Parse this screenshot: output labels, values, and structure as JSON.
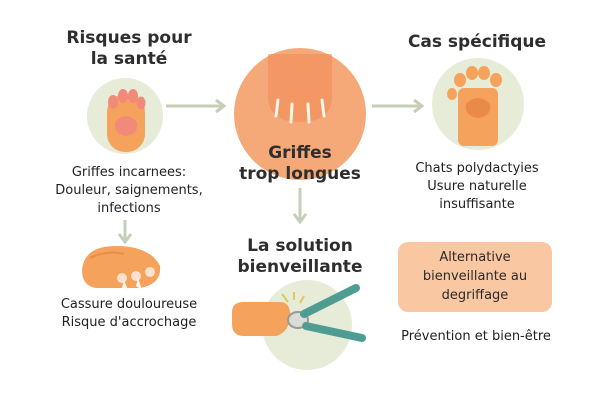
{
  "nodes": {
    "health_risks": {
      "title_line1": "Risques pour",
      "title_line2": "la santé",
      "ingrown_line1": "Griffes incarnees:",
      "ingrown_line2": "Douleur, saignements,",
      "ingrown_line3": "infections",
      "break_line1": "Cassure douloureuse",
      "break_line2": "Risque d'accrochage"
    },
    "center": {
      "title_line1": "Griffes",
      "title_line2": "trop longues"
    },
    "specific": {
      "title": "Cas spécifique",
      "line1": "Chats polydactyies",
      "line2": "Usure naturelle",
      "line3": "insuffisante"
    },
    "solution": {
      "title_line1": "La solution",
      "title_line2": "bienveillante",
      "box_line1": "Alternative",
      "box_line2": "bienveillante au",
      "box_line3": "degriffage",
      "footer": "Prévention et bien-être"
    }
  },
  "colors": {
    "light_green_circle": "#e6ecd8",
    "center_orange": "#f5a878",
    "box_peach": "#f9c7a1",
    "paw_orange": "#f5a25c",
    "pad_pink": "#f28a7a",
    "arrow_gray": "#c5cfb8",
    "clipper_teal": "#4f9d92"
  },
  "icons": {
    "left_paw": "paw-underside-icon",
    "right_paw": "polydactyl-paw-icon",
    "center": "long-claws-paw-icon",
    "broken": "broken-claw-paw-icon",
    "clipper": "nail-clipper-hand-icon"
  }
}
